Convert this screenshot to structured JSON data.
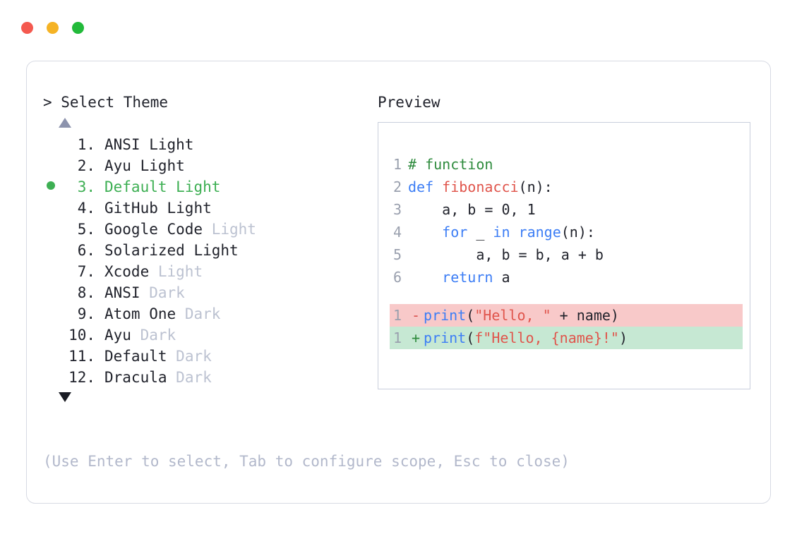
{
  "window": {
    "traffic_lights": [
      {
        "name": "close-button",
        "color": "#F4594F"
      },
      {
        "name": "minimize-button",
        "color": "#F5B325"
      },
      {
        "name": "maximize-button",
        "color": "#22BA3A"
      }
    ]
  },
  "left": {
    "prompt": "> Select Theme",
    "scroll_up_icon": "triangle-up-icon",
    "scroll_down_icon": "triangle-down-icon",
    "items": [
      {
        "num": "1.",
        "name": "ANSI",
        "suffix": "Light",
        "suffix_muted": false,
        "selected": false
      },
      {
        "num": "2.",
        "name": "Ayu",
        "suffix": "Light",
        "suffix_muted": false,
        "selected": false
      },
      {
        "num": "3.",
        "name": "Default",
        "suffix": "Light",
        "suffix_muted": false,
        "selected": true
      },
      {
        "num": "4.",
        "name": "GitHub",
        "suffix": "Light",
        "suffix_muted": false,
        "selected": false
      },
      {
        "num": "5.",
        "name": "Google Code",
        "suffix": "Light",
        "suffix_muted": true,
        "selected": false
      },
      {
        "num": "6.",
        "name": "Solarized",
        "suffix": "Light",
        "suffix_muted": false,
        "selected": false
      },
      {
        "num": "7.",
        "name": "Xcode",
        "suffix": "Light",
        "suffix_muted": true,
        "selected": false
      },
      {
        "num": "8.",
        "name": "ANSI",
        "suffix": "Dark",
        "suffix_muted": true,
        "selected": false
      },
      {
        "num": "9.",
        "name": "Atom One",
        "suffix": "Dark",
        "suffix_muted": true,
        "selected": false
      },
      {
        "num": "10.",
        "name": "Ayu",
        "suffix": "Dark",
        "suffix_muted": true,
        "selected": false
      },
      {
        "num": "11.",
        "name": "Default",
        "suffix": "Dark",
        "suffix_muted": true,
        "selected": false
      },
      {
        "num": "12.",
        "name": "Dracula",
        "suffix": "Dark",
        "suffix_muted": true,
        "selected": false
      }
    ],
    "hint": "(Use Enter to select, Tab to configure scope, Esc to close)"
  },
  "right": {
    "title": "Preview",
    "code_lines": [
      {
        "ln": "1",
        "tokens": [
          {
            "t": "# function",
            "c": "tok-comment"
          }
        ]
      },
      {
        "ln": "2",
        "tokens": [
          {
            "t": "def ",
            "c": "tok-kw"
          },
          {
            "t": "fibonacci",
            "c": "tok-fn"
          },
          {
            "t": "(n):",
            "c": "tok-plain"
          }
        ]
      },
      {
        "ln": "3",
        "tokens": [
          {
            "t": "    a, b = 0, 1",
            "c": "tok-plain"
          }
        ]
      },
      {
        "ln": "4",
        "tokens": [
          {
            "t": "    ",
            "c": "tok-plain"
          },
          {
            "t": "for",
            "c": "tok-kw"
          },
          {
            "t": " _ ",
            "c": "tok-plain"
          },
          {
            "t": "in range",
            "c": "tok-kw"
          },
          {
            "t": "(n):",
            "c": "tok-plain"
          }
        ]
      },
      {
        "ln": "5",
        "tokens": [
          {
            "t": "        a, b = b, a + b",
            "c": "tok-plain"
          }
        ]
      },
      {
        "ln": "6",
        "tokens": [
          {
            "t": "    ",
            "c": "tok-plain"
          },
          {
            "t": "return",
            "c": "tok-kw"
          },
          {
            "t": " a",
            "c": "tok-plain"
          }
        ]
      }
    ],
    "diff_lines": [
      {
        "ln": "1",
        "sign": "-",
        "kind": "del",
        "tokens": [
          {
            "t": "print",
            "c": "tok-kw"
          },
          {
            "t": "(",
            "c": "tok-plain"
          },
          {
            "t": "\"Hello, \"",
            "c": "tok-str"
          },
          {
            "t": " + name)",
            "c": "tok-plain"
          }
        ]
      },
      {
        "ln": "1",
        "sign": "+",
        "kind": "add",
        "tokens": [
          {
            "t": "print",
            "c": "tok-kw"
          },
          {
            "t": "(",
            "c": "tok-plain"
          },
          {
            "t": "f\"Hello, {name}!\"",
            "c": "tok-str"
          },
          {
            "t": ")",
            "c": "tok-plain"
          }
        ]
      }
    ]
  },
  "colors": {
    "accent_green": "#3DAF53",
    "muted": "#BCC2D1",
    "hint": "#B2B8CB",
    "border": "#D7DAE3",
    "preview_border": "#C8CEDC",
    "diff_del_bg": "#F8C9C9",
    "diff_add_bg": "#C6E8D3"
  }
}
